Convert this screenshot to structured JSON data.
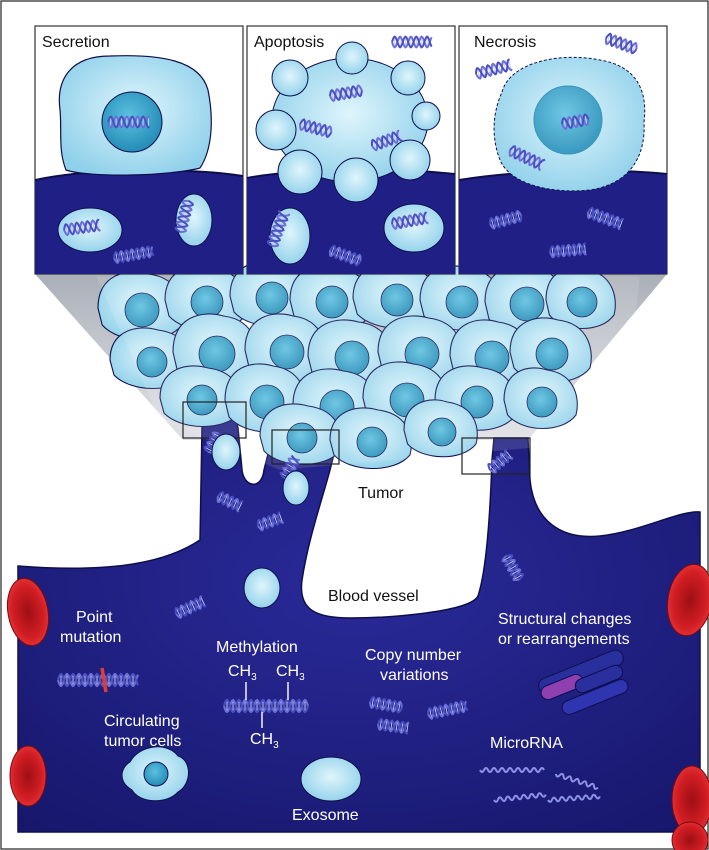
{
  "panels": [
    {
      "title": "Secretion"
    },
    {
      "title": "Apoptosis"
    },
    {
      "title": "Necrosis"
    }
  ],
  "labels": {
    "tumor": "Tumor",
    "blood_vessel": "Blood vessel",
    "point_mutation_1": "Point",
    "point_mutation_2": "mutation",
    "methylation": "Methylation",
    "ch3_a": "CH",
    "ch3_b": "CH",
    "ch3_c": "CH",
    "ch3_sub": "3",
    "copy_number_1": "Copy number",
    "copy_number_2": "variations",
    "structural_1": "Structural changes",
    "structural_2": "or rearrangements",
    "circulating_1": "Circulating",
    "circulating_2": "tumor cells",
    "microrna": "MicroRNA",
    "exosome": "Exosome"
  },
  "colors": {
    "vessel": "#1f1f86",
    "vessel_dark": "#17176b",
    "cell_light": "#b8e6f5",
    "cell_mid": "#7fcbe6",
    "nucleus": "#3aa6c9",
    "dna": "#6b6fd6",
    "rbc": "#c4161c",
    "mutation": "#e53935",
    "chromosome_a": "#8e3fb0",
    "chromosome_b": "#2a2f9e"
  },
  "icons": [
    "dna-helix-icon",
    "red-blood-cell-icon",
    "tumor-cell-icon",
    "exosome-icon",
    "chromosome-icon",
    "microrna-icon"
  ]
}
